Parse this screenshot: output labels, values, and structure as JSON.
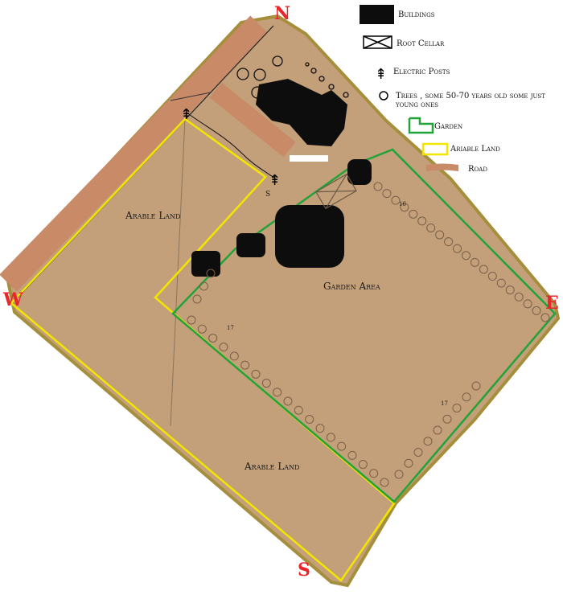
{
  "colors": {
    "land": "#c3a07a",
    "border": "#a58f3c",
    "road": "#c98a68",
    "arable": "#f2e600",
    "garden": "#22a33a",
    "building": "#0d0d0d",
    "compass": "#e8262b"
  },
  "compass": {
    "north": "N",
    "east": "E",
    "south": "S",
    "west": "W"
  },
  "labels": {
    "arable_1": "Arable Land",
    "arable_2": "Arable Land",
    "garden": "Garden Area"
  },
  "tree_tags": [
    "16",
    "17",
    "17"
  ],
  "post_tag": "S",
  "legend": {
    "buildings": "Buildings",
    "root_cellar": "Root Cellar",
    "electric_posts": "Electric Posts",
    "trees_line1": "Trees , some 50-70 years old some just",
    "trees_line2": "young ones",
    "garden": "Garden",
    "arable": "Ariable Land",
    "road": "Road"
  }
}
